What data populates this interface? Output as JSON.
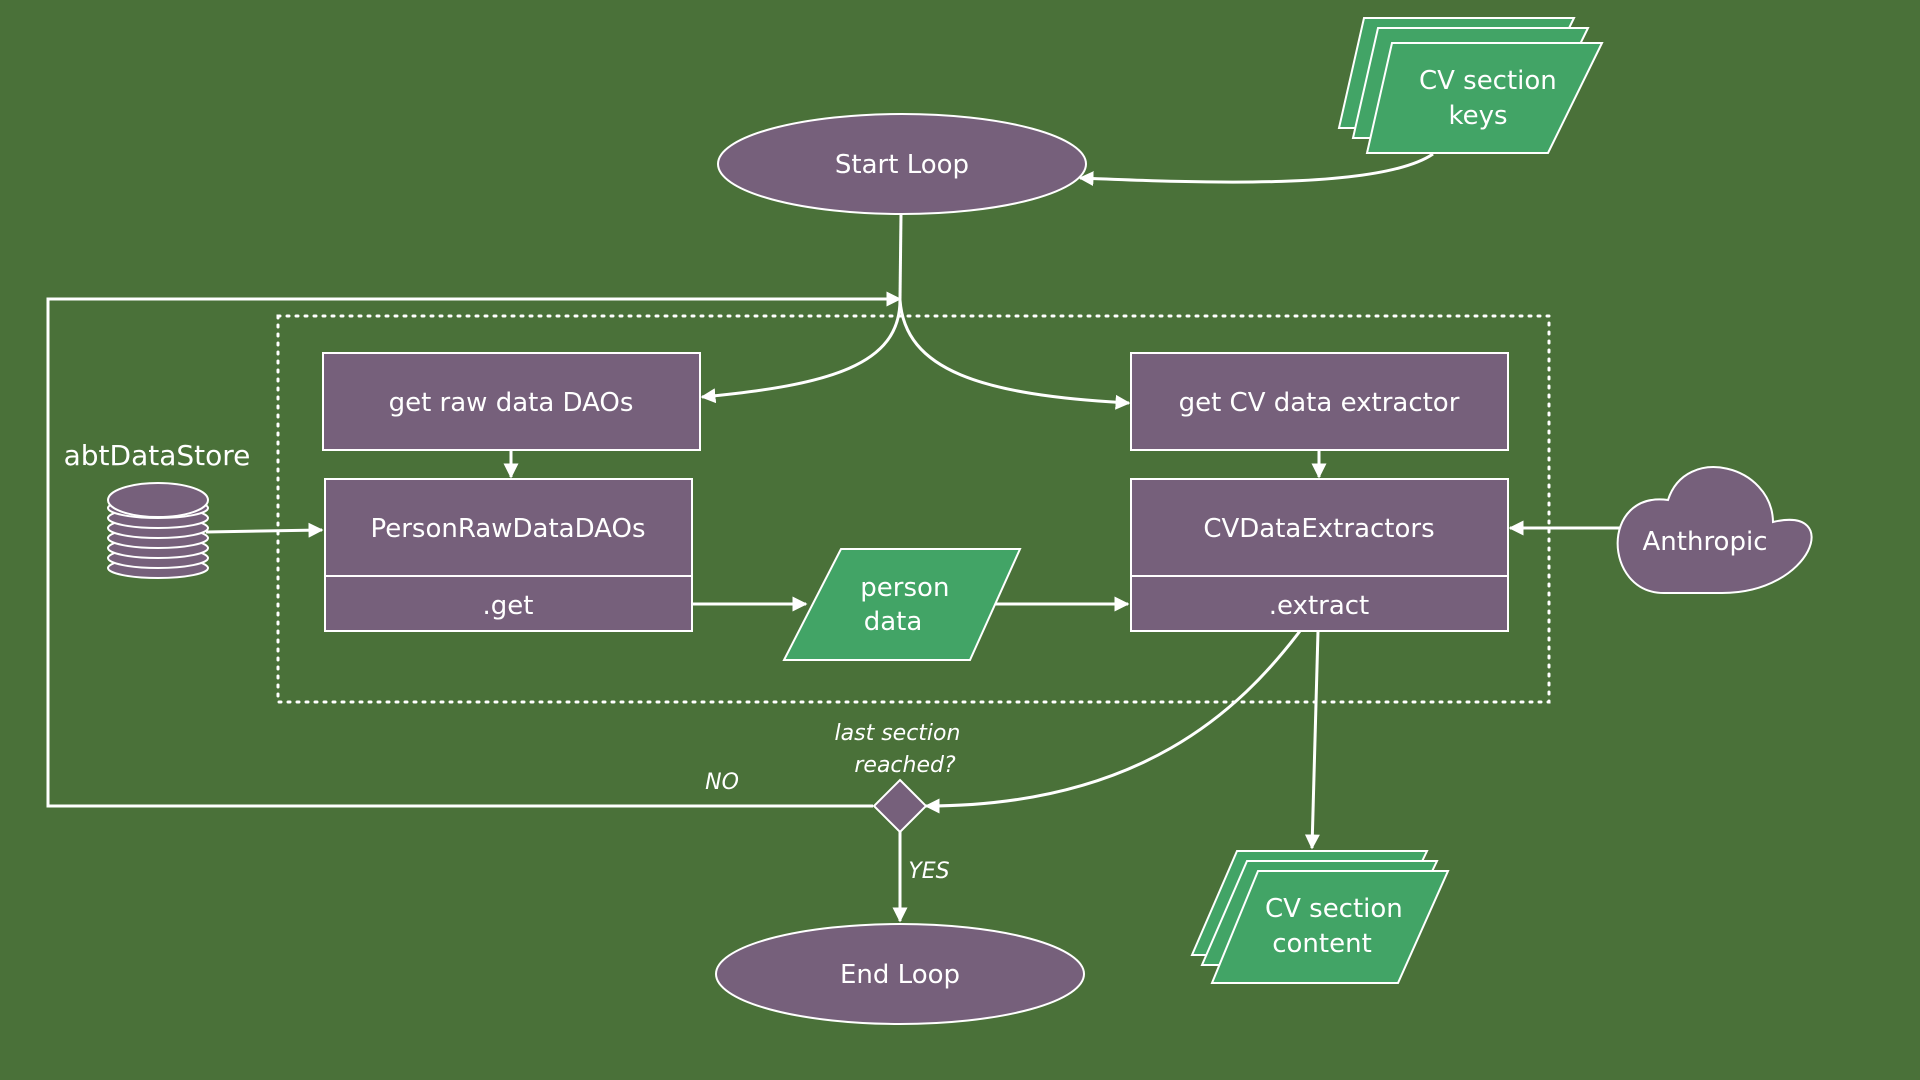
{
  "diagram": {
    "start_loop": "Start Loop",
    "end_loop": "End Loop",
    "cv_section_keys": [
      "CV section",
      "keys"
    ],
    "get_raw_data_daos": "get raw data DAOs",
    "get_cv_data_extractor": "get CV data extractor",
    "data_store_label": "abtDataStore",
    "person_raw_data_daos": {
      "title": "PersonRawDataDAOs",
      "method": ".get"
    },
    "cv_data_extractors": {
      "title": "CVDataExtractors",
      "method": ".extract"
    },
    "person_data": [
      "person",
      "data"
    ],
    "anthropic": "Anthropic",
    "decision_question": [
      "last section",
      "reached?"
    ],
    "no_label": "NO",
    "yes_label": "YES",
    "cv_section_content": [
      "CV section",
      "content"
    ]
  },
  "colors": {
    "background": "#4a7139",
    "purple": "#76607b",
    "green": "#42a466",
    "stroke": "#ffffff"
  }
}
